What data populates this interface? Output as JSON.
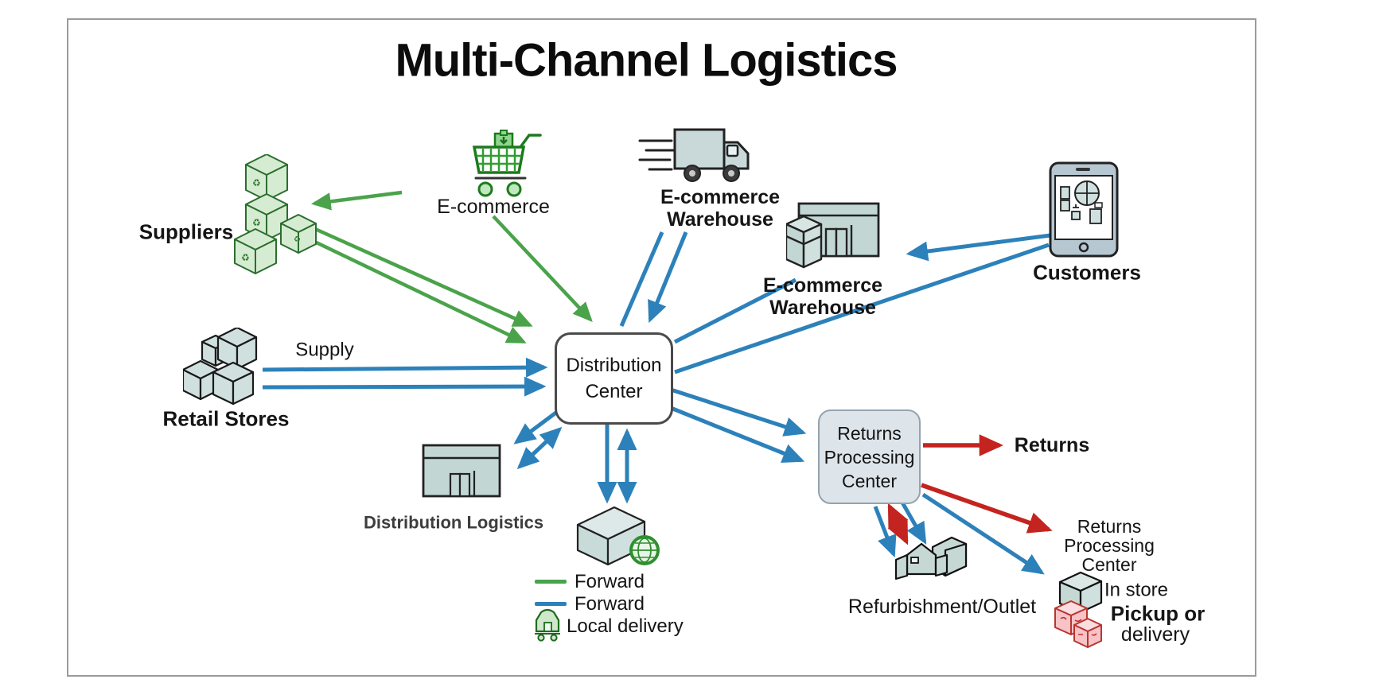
{
  "title": "Multi-Channel Logistics",
  "colors": {
    "forward_green": "#4aa34a",
    "forward_blue": "#2d81ba",
    "returns_red": "#c42420",
    "node_gray_fill": "#c9dad8",
    "green_fill": "#d6ecd2",
    "pink_fill": "#f7c3c7",
    "dc_border": "#4a4a4a",
    "rpc_fill": "#dde4ea"
  },
  "nodes": {
    "suppliers": {
      "label": "Suppliers"
    },
    "ecommerce": {
      "label": "E-commerce"
    },
    "ecommerce_warehouse_truck": {
      "label": "E-commerce\nWarehouse"
    },
    "ecommerce_warehouse_store": {
      "label": "E-commerce\nWarehouse"
    },
    "customers": {
      "label": "Customers"
    },
    "supply": {
      "label": "Supply"
    },
    "retail_stores": {
      "label": "Retail Stores"
    },
    "distribution_center": {
      "label": "Distribution\nCenter"
    },
    "distribution_logistics": {
      "label": "Distribution Logistics"
    },
    "returns_processing_center_box": {
      "label": "Returns\nProcessing\nCenter"
    },
    "returns": {
      "label": "Returns"
    },
    "returns_processing_center_text": {
      "label": "Returns\nProcessing\nCenter"
    },
    "in_store": {
      "label": "In store"
    },
    "pickup_or": {
      "label": "Pickup or"
    },
    "delivery": {
      "label": "delivery"
    },
    "refurbishment_outlet": {
      "label": "Refurbishment/Outlet"
    }
  },
  "legend": {
    "items": [
      {
        "label": "Forward",
        "swatch": "green-line"
      },
      {
        "label": "Forward",
        "swatch": "blue-line"
      },
      {
        "label": "Local delivery",
        "swatch": "house-icon"
      }
    ]
  }
}
